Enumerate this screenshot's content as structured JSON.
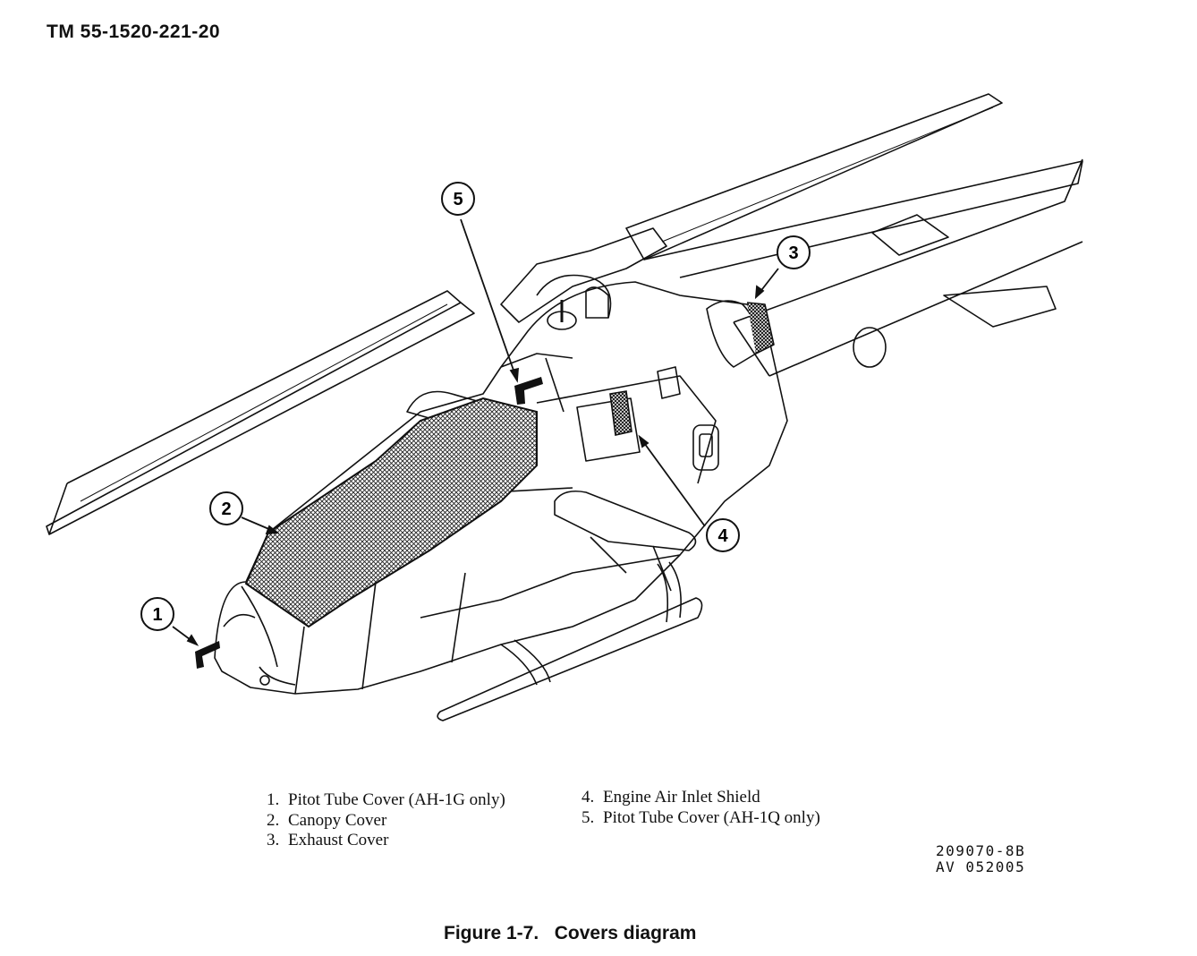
{
  "header": {
    "doc_id": "TM 55-1520-221-20"
  },
  "callouts": [
    "1",
    "2",
    "3",
    "4",
    "5"
  ],
  "legend": {
    "left": [
      {
        "num": "1.",
        "label": "Pitot Tube Cover (AH-1G only)"
      },
      {
        "num": "2.",
        "label": "Canopy Cover"
      },
      {
        "num": "3.",
        "label": "Exhaust Cover"
      }
    ],
    "right": [
      {
        "num": "4.",
        "label": "Engine Air Inlet Shield"
      },
      {
        "num": "5.",
        "label": "Pitot Tube Cover (AH-1Q only)"
      }
    ]
  },
  "drawing_codes": [
    "209070-8B",
    "AV 052005"
  ],
  "caption": {
    "number": "Figure 1-7.",
    "title": "Covers diagram"
  }
}
